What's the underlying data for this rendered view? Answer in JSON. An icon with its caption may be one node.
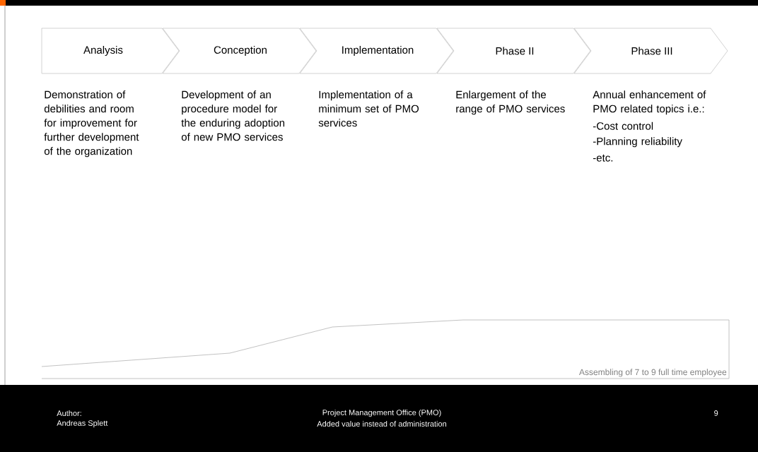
{
  "diagram": {
    "nodes": [
      {
        "text": [
          "Analysis"
        ],
        "beside": [
          "Demonstration of debilities and room for improvement for further development of the organization"
        ]
      },
      {
        "text": [
          "Conception"
        ],
        "beside": [
          "Development of an procedure model for the enduring adoption of new PMO services"
        ]
      },
      {
        "text": [
          "Implementation"
        ],
        "beside": [
          "Implementation of a minimum set of PMO services"
        ]
      },
      {
        "text": [
          "Phase II"
        ],
        "beside": [
          "Enlargement of the range of PMO services"
        ]
      },
      {
        "text": [
          "Phase III"
        ],
        "beside": [
          "Annual enhancement of PMO related topics i.e.:",
          "-Cost control",
          "-Planning reliability",
          "-etc."
        ]
      }
    ],
    "labels": [
      "Assembling of 7 to 9 full time employee",
      "Author:",
      "Andreas Splett",
      "Project Management Office (PMO)",
      "Added value instead of administration",
      "9"
    ]
  }
}
